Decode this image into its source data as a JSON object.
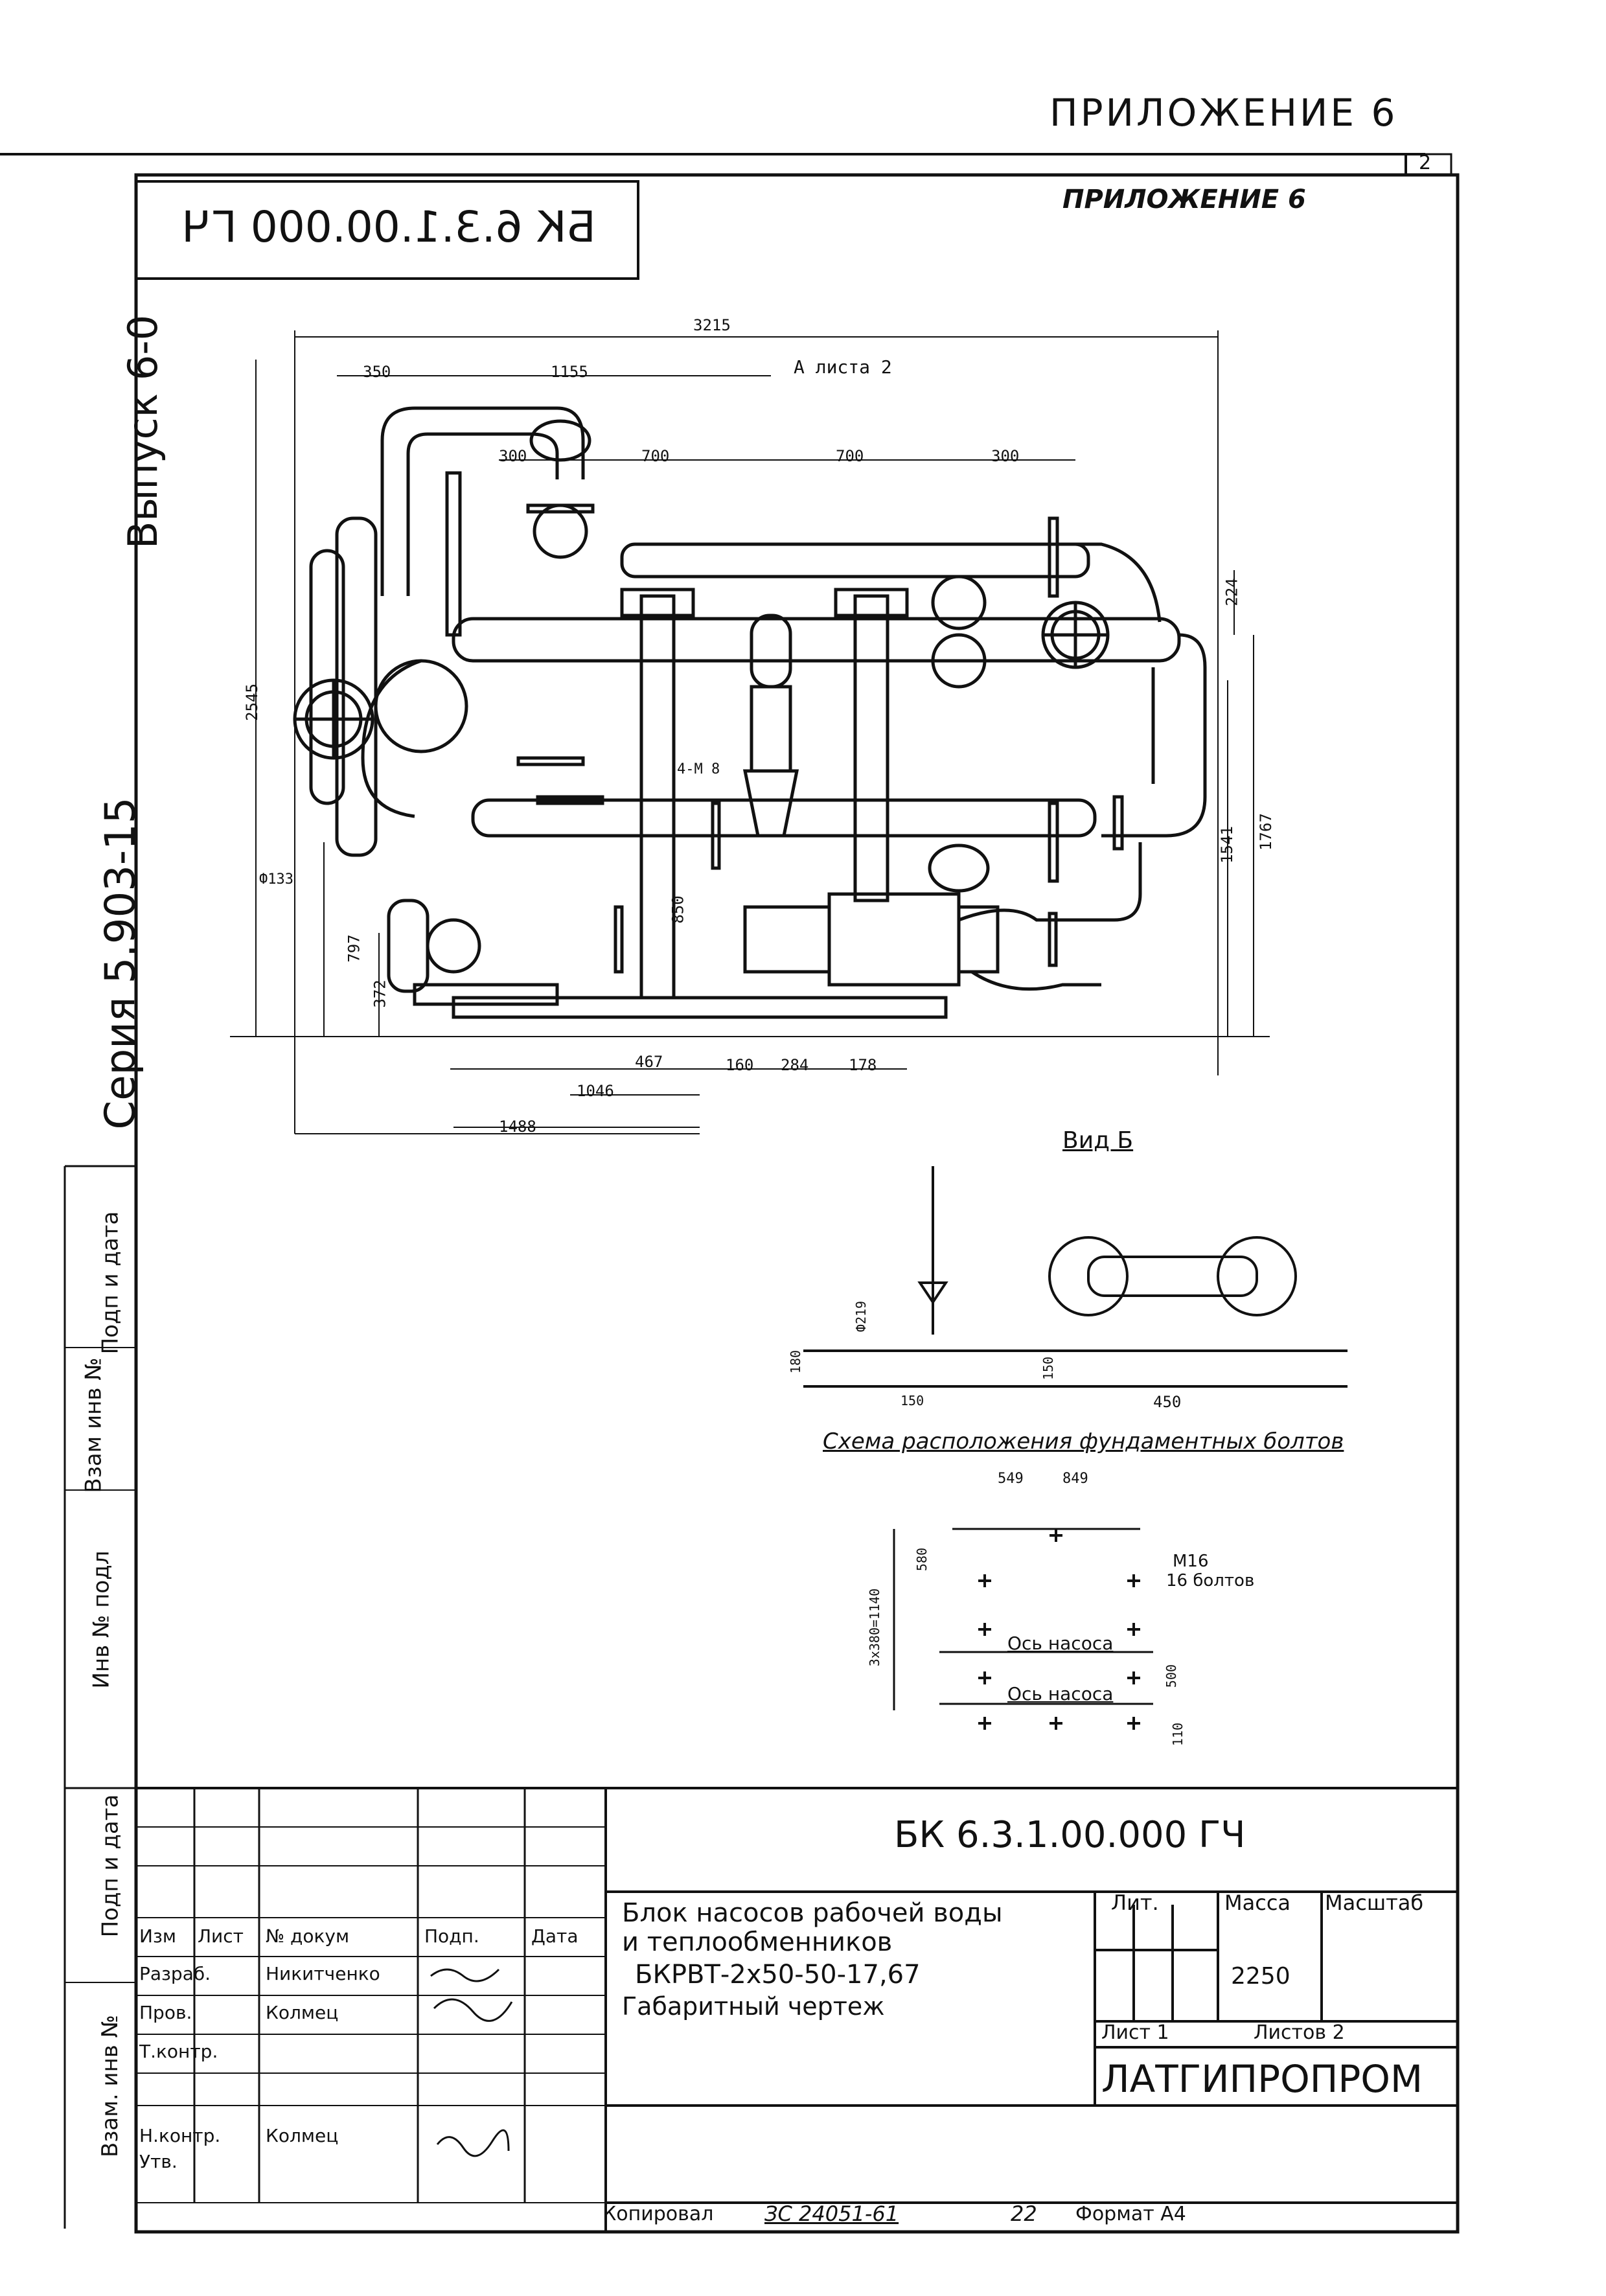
{
  "header": {
    "appendix": "ПРИЛОЖЕНИЕ 6",
    "appendix_italic": "ПРИЛОЖЕНИЕ 6",
    "sheet_corner": "2"
  },
  "stamp_mirrored": "БК 6.3.1.00.000 ГЧ",
  "side": {
    "issue": "Выпуск 6-0",
    "series": "Серия 5.903-15",
    "margin_fields": [
      "Взам инв №",
      "Подп и дата",
      "Инв № подл",
      "Подп и дата",
      "Взам. инв №"
    ]
  },
  "main_view": {
    "dims": [
      "3215",
      "350",
      "1155",
      "300",
      "700",
      "700",
      "300",
      "224",
      "2545",
      "1767",
      "1541",
      "797",
      "372",
      "467",
      "160",
      "284",
      "178",
      "1046",
      "1488",
      "850"
    ],
    "notes": [
      "А листа 2",
      "Ф133",
      "4-М 8"
    ]
  },
  "view_b": {
    "title": "Вид Б",
    "dims": [
      "Ф219",
      "180",
      "150",
      "150",
      "450"
    ]
  },
  "bolts": {
    "title": "Схема расположения фундаментных болтов",
    "dims": [
      "549",
      "849",
      "580",
      "500",
      "110",
      "3x380=1140"
    ],
    "callout": [
      "М16",
      "16 болтов"
    ],
    "axes": [
      "Ось насоса",
      "Ось насоса"
    ]
  },
  "title_block": {
    "doc_code": "БК 6.3.1.00.000 ГЧ",
    "product_name": [
      "Блок насосов рабочей воды",
      "и теплообменников",
      "БКРВТ-2х50-50-17,67",
      "Габаритный чертеж"
    ],
    "col_headers": [
      "Изм",
      "Лист",
      "№ докум",
      "Подп.",
      "Дата"
    ],
    "rows": [
      {
        "role": "Разраб.",
        "name": "Никитченко"
      },
      {
        "role": "Пров.",
        "name": "Колмец"
      },
      {
        "role": "Т.контр.",
        "name": ""
      },
      {
        "role": "Н.контр.",
        "name": "Колмец"
      },
      {
        "role": "Утв.",
        "name": ""
      }
    ],
    "lit_label": "Лит.",
    "mass_label": "Масса",
    "scale_label": "Масштаб",
    "mass_value": "2250",
    "sheet_label": "Лист 1",
    "sheets_label": "Листов 2",
    "org": "ЛАТГИПРОПРОМ"
  },
  "footer": {
    "copied": "Копировал",
    "number": "ЗС 24051-61",
    "num2": "22",
    "format": "Формат А4"
  }
}
